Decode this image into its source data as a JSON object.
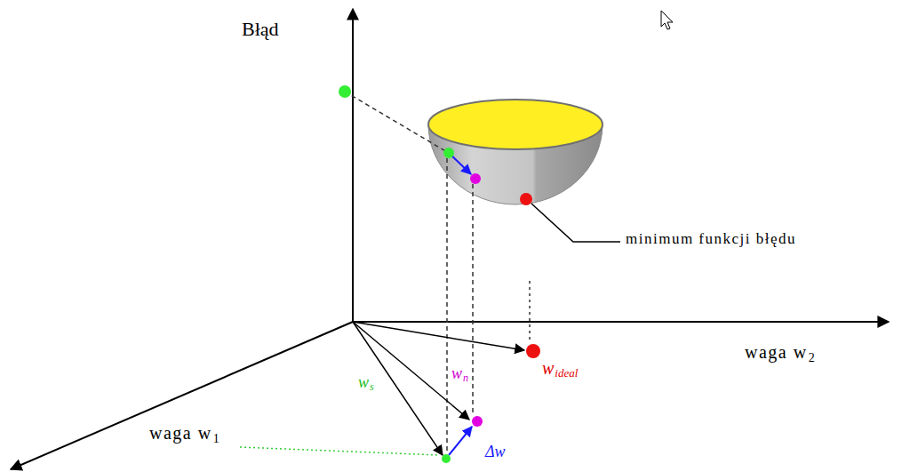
{
  "diagram": {
    "labels": [
      "Błąd",
      "minimum funkcji błędu",
      "waga w",
      "2",
      "w",
      "ideal",
      "w",
      "n",
      "w",
      "s",
      "waga w",
      "1",
      "Δw"
    ]
  }
}
